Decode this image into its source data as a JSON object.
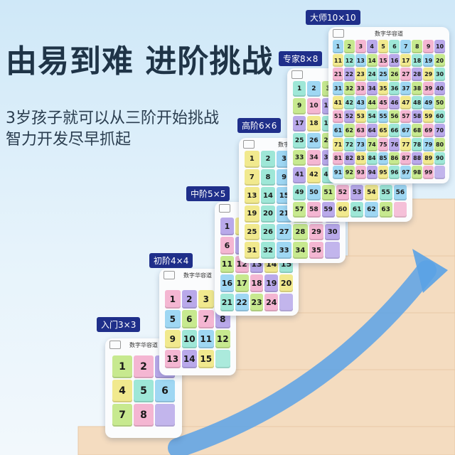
{
  "headline": "由易到难 进阶挑战",
  "subtitle_1": "3岁孩子就可以从三阶开始挑战",
  "subtitle_2": "智力开发尽早抓起",
  "colors": {
    "badge": "#1f2f8a",
    "tile_palette": [
      "#9fd7f3",
      "#c7e98f",
      "#f4b6d2",
      "#b9a9ea",
      "#f1e98e",
      "#9ee7d7"
    ],
    "arrow": "#5aa2e6",
    "stairs": "#f3d9b8"
  },
  "levels": [
    {
      "badge": "入门3×3",
      "n": 3,
      "title": "数字华容道",
      "last": 8
    },
    {
      "badge": "初阶4×4",
      "n": 4,
      "title": "数字华容道",
      "last": 15
    },
    {
      "badge": "中阶5×5",
      "n": 5,
      "title": "数字华容道",
      "last": 24
    },
    {
      "badge": "高阶6×6",
      "n": 6,
      "title": "数字华容道",
      "last": 35
    },
    {
      "badge": "专家8×8",
      "n": 8,
      "title": "数字华容道",
      "last": 63
    },
    {
      "badge": "大师10×10",
      "n": 10,
      "title": "数字华容道",
      "last": 99
    }
  ]
}
